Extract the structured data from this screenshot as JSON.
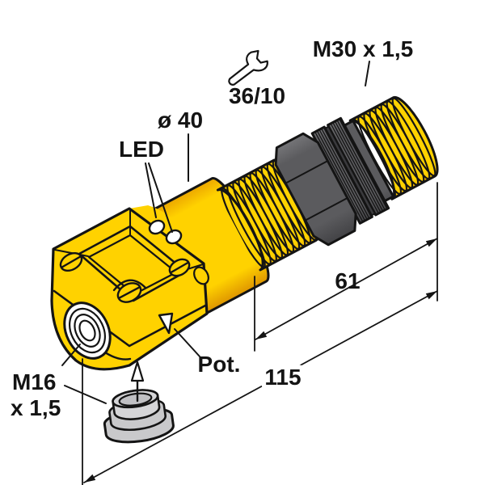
{
  "labels": {
    "thread_spec": "M30 x 1,5",
    "wrench_size": "36/10",
    "diameter": "ø 40",
    "led": "LED",
    "pot": "Pot.",
    "gland_thread_line1": "M16",
    "gland_thread_line2": "x 1,5",
    "dim_thread_length": "61",
    "dim_total_length": "115"
  },
  "colors": {
    "yellow": "#FFD200",
    "amber_top": "#E89F00",
    "amber_bottom": "#D98C00",
    "gray": "#5B5B5E",
    "gray_light": "#7A7A7D",
    "gray_dark": "#3F3F42",
    "groove": "#3A3A3D",
    "cap": "#C9C9CB",
    "cap_light": "#D5D5D7",
    "cap_inner": "#C0C0C3",
    "outline": "#141414",
    "white": "#FFFFFF",
    "background": "#FFFFFF"
  }
}
